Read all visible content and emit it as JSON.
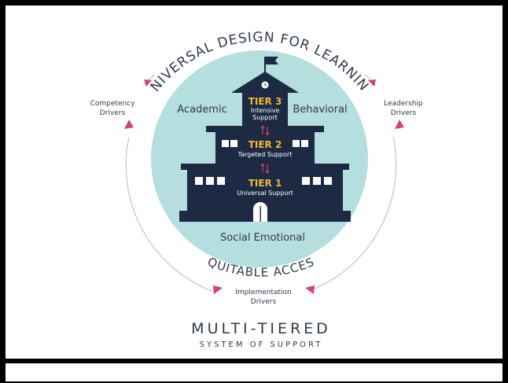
{
  "diagram": {
    "arc_top": "UNIVERSAL DESIGN FOR LEARNING",
    "arc_bottom": "EQUITABLE ACCESS",
    "left_driver": [
      "Competency",
      "Drivers"
    ],
    "right_driver": [
      "Leadership",
      "Drivers"
    ],
    "bottom_driver": [
      "Implementation",
      "Drivers"
    ],
    "domain_left": "Academic",
    "domain_right": "Behavioral",
    "domain_bottom": "Social Emotional",
    "tier3": {
      "title": "TIER 3",
      "sub1": "Intensive",
      "sub2": "Support"
    },
    "tier2": {
      "title": "TIER 2",
      "sub": "Targeted Support"
    },
    "tier1": {
      "title": "TIER 1",
      "sub": "Universal Support"
    },
    "heading": "MULTI-TIERED",
    "subheading": "SYSTEM OF SUPPORT",
    "colors": {
      "circle": "#b5dede",
      "building": "#1c2a44",
      "tier_title": "#f2b632",
      "accent": "#d6407a",
      "ring": "#c8c8c8",
      "text": "#2f3b4c"
    }
  }
}
